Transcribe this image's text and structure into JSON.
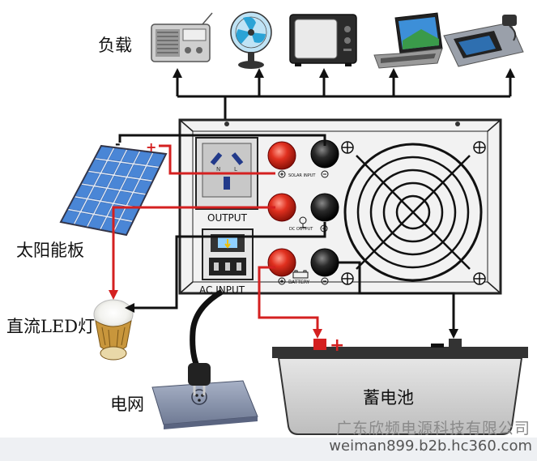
{
  "labels": {
    "load": "负载",
    "solar_panel": "太阳能板",
    "led_lamp": "直流LED灯",
    "grid": "电网",
    "battery": "蓄电池",
    "output": "OUTPUT",
    "ac_input": "AC INPUT",
    "solar_input": "SOLAR INPUT",
    "dc_output": "DC OUTPUT",
    "battery_small": "BATTERY"
  },
  "watermark": {
    "company": "广东欣频电源科技有限公司",
    "url": "weiman899.b2b.hc360.com"
  },
  "colors": {
    "positive_wire": "#d42020",
    "negative_wire": "#111111",
    "panel_cell": "#4a86d6",
    "inverter_body": "#f2f2f2"
  }
}
